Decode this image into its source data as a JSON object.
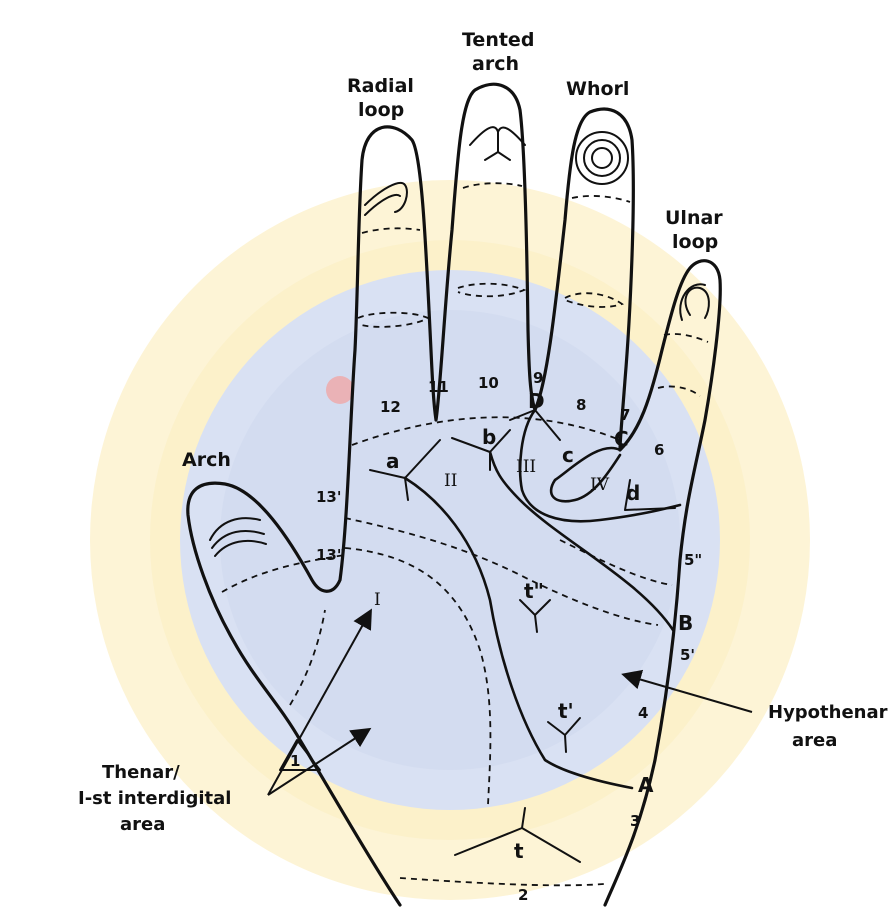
{
  "diagram": {
    "pattern_labels": {
      "arch": "Arch",
      "radial_loop_line1": "Radial",
      "radial_loop_line2": "loop",
      "tented_arch_line1": "Tented",
      "tented_arch_line2": "arch",
      "whorl": "Whorl",
      "ulnar_loop_line1": "Ulnar",
      "ulnar_loop_line2": "loop"
    },
    "area_labels": {
      "thenar_line1": "Thenar/",
      "thenar_line2": "I-st interdigital",
      "thenar_line3": "area",
      "hypothenar_line1": "Hypothenar",
      "hypothenar_line2": "area"
    },
    "region_numbers": [
      "1",
      "2",
      "3",
      "4",
      "5'",
      "5\"",
      "6",
      "7",
      "8",
      "9",
      "10",
      "11",
      "12",
      "13'",
      "13\""
    ],
    "roman_numerals": [
      "I",
      "II",
      "III",
      "IV"
    ],
    "triradii": [
      "a",
      "b",
      "c",
      "d",
      "t",
      "t'",
      "t\""
    ],
    "line_endings": [
      "A",
      "B",
      "C",
      "D"
    ]
  }
}
